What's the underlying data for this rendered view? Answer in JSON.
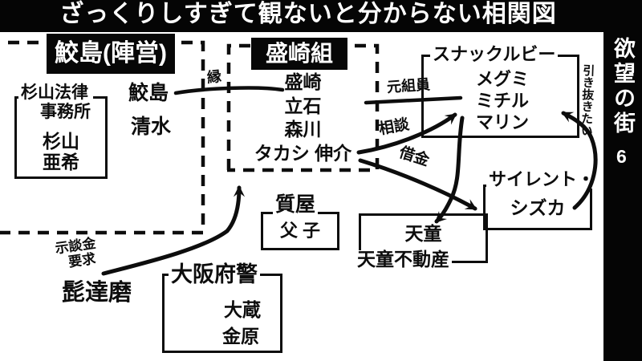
{
  "title": "ざっくりしすぎて観ないと分からない相関図",
  "sidebar": {
    "series": "欲望の街",
    "episode": "6"
  },
  "camp_samejima": {
    "header": "鮫島(陣営)",
    "member1": "鮫島",
    "member2": "清水"
  },
  "sugiyama_office": {
    "name1": "杉山法律",
    "name2": "事務所",
    "member1": "杉山",
    "member2": "亜希"
  },
  "morisaki": {
    "header": "盛崎組",
    "members": [
      "盛崎",
      "立石",
      "森川",
      "タカシ 伸介"
    ]
  },
  "ruby": {
    "name": "スナックルビー",
    "members": [
      "メグミ",
      "ミチル",
      "マリン"
    ]
  },
  "shizuka": {
    "name1": "サイレント・",
    "name2": "シズカ"
  },
  "pawnshop": {
    "name": "質屋",
    "members": "父 子"
  },
  "tendo": {
    "person": "天童",
    "company": "天童不動産"
  },
  "police": {
    "name": "大阪府警",
    "member1": "大蔵",
    "member2": "金原"
  },
  "higedaruma": {
    "name": "髭達磨"
  },
  "labels": {
    "en": "縁",
    "former_member": "元組員",
    "consult": "相談",
    "debt": "借金",
    "poach": "引き抜きたい",
    "settlement1": "示談金",
    "settlement2": "要求"
  },
  "colors": {
    "bar": "#050505",
    "ink": "#111111",
    "paper": "#ffffff"
  }
}
